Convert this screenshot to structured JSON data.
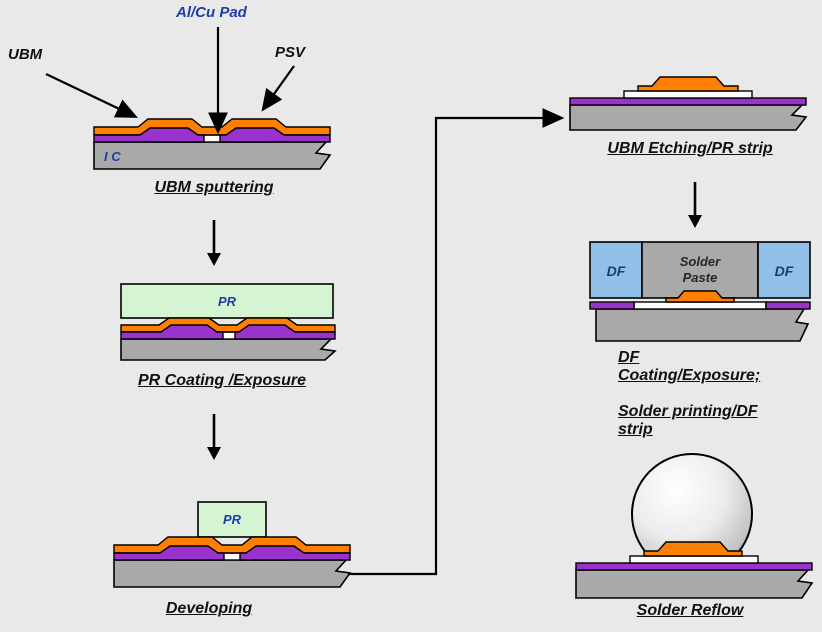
{
  "colors": {
    "background": "#e9e9e9",
    "ubm_orange": "#ff8000",
    "psv_purple": "#9933cc",
    "substrate_gray": "#a9a9a9",
    "pr_green": "#d5f5d2",
    "df_blue": "#92bfe8",
    "solder_paste_gray": "#a9a9a9",
    "pad_white": "#ffffff",
    "label_blue": "#1f3da8",
    "df_text": "#1c3e66",
    "paste_text": "#262626",
    "text_dark": "#111111"
  },
  "annotations": {
    "alcu_pad": "Al/Cu Pad",
    "ubm": "UBM",
    "psv": "PSV"
  },
  "left_column": {
    "step1": {
      "caption": "UBM sputtering",
      "chip_label": "I C"
    },
    "step2": {
      "caption": "PR Coating /Exposure",
      "pr_label": "PR"
    },
    "step3": {
      "caption": "Developing",
      "pr_label": "PR"
    }
  },
  "right_column": {
    "step4": {
      "caption": "UBM Etching/PR strip"
    },
    "step5": {
      "df_left": "DF",
      "df_right": "DF",
      "paste_line1": "Solder",
      "paste_line2": "Paste",
      "caption1_line1": "DF",
      "caption1_line2": "Coating/Exposure;",
      "caption2_line1": "Solder printing/DF",
      "caption2_line2": "strip"
    },
    "step6": {
      "caption": "Solder Reflow"
    }
  }
}
